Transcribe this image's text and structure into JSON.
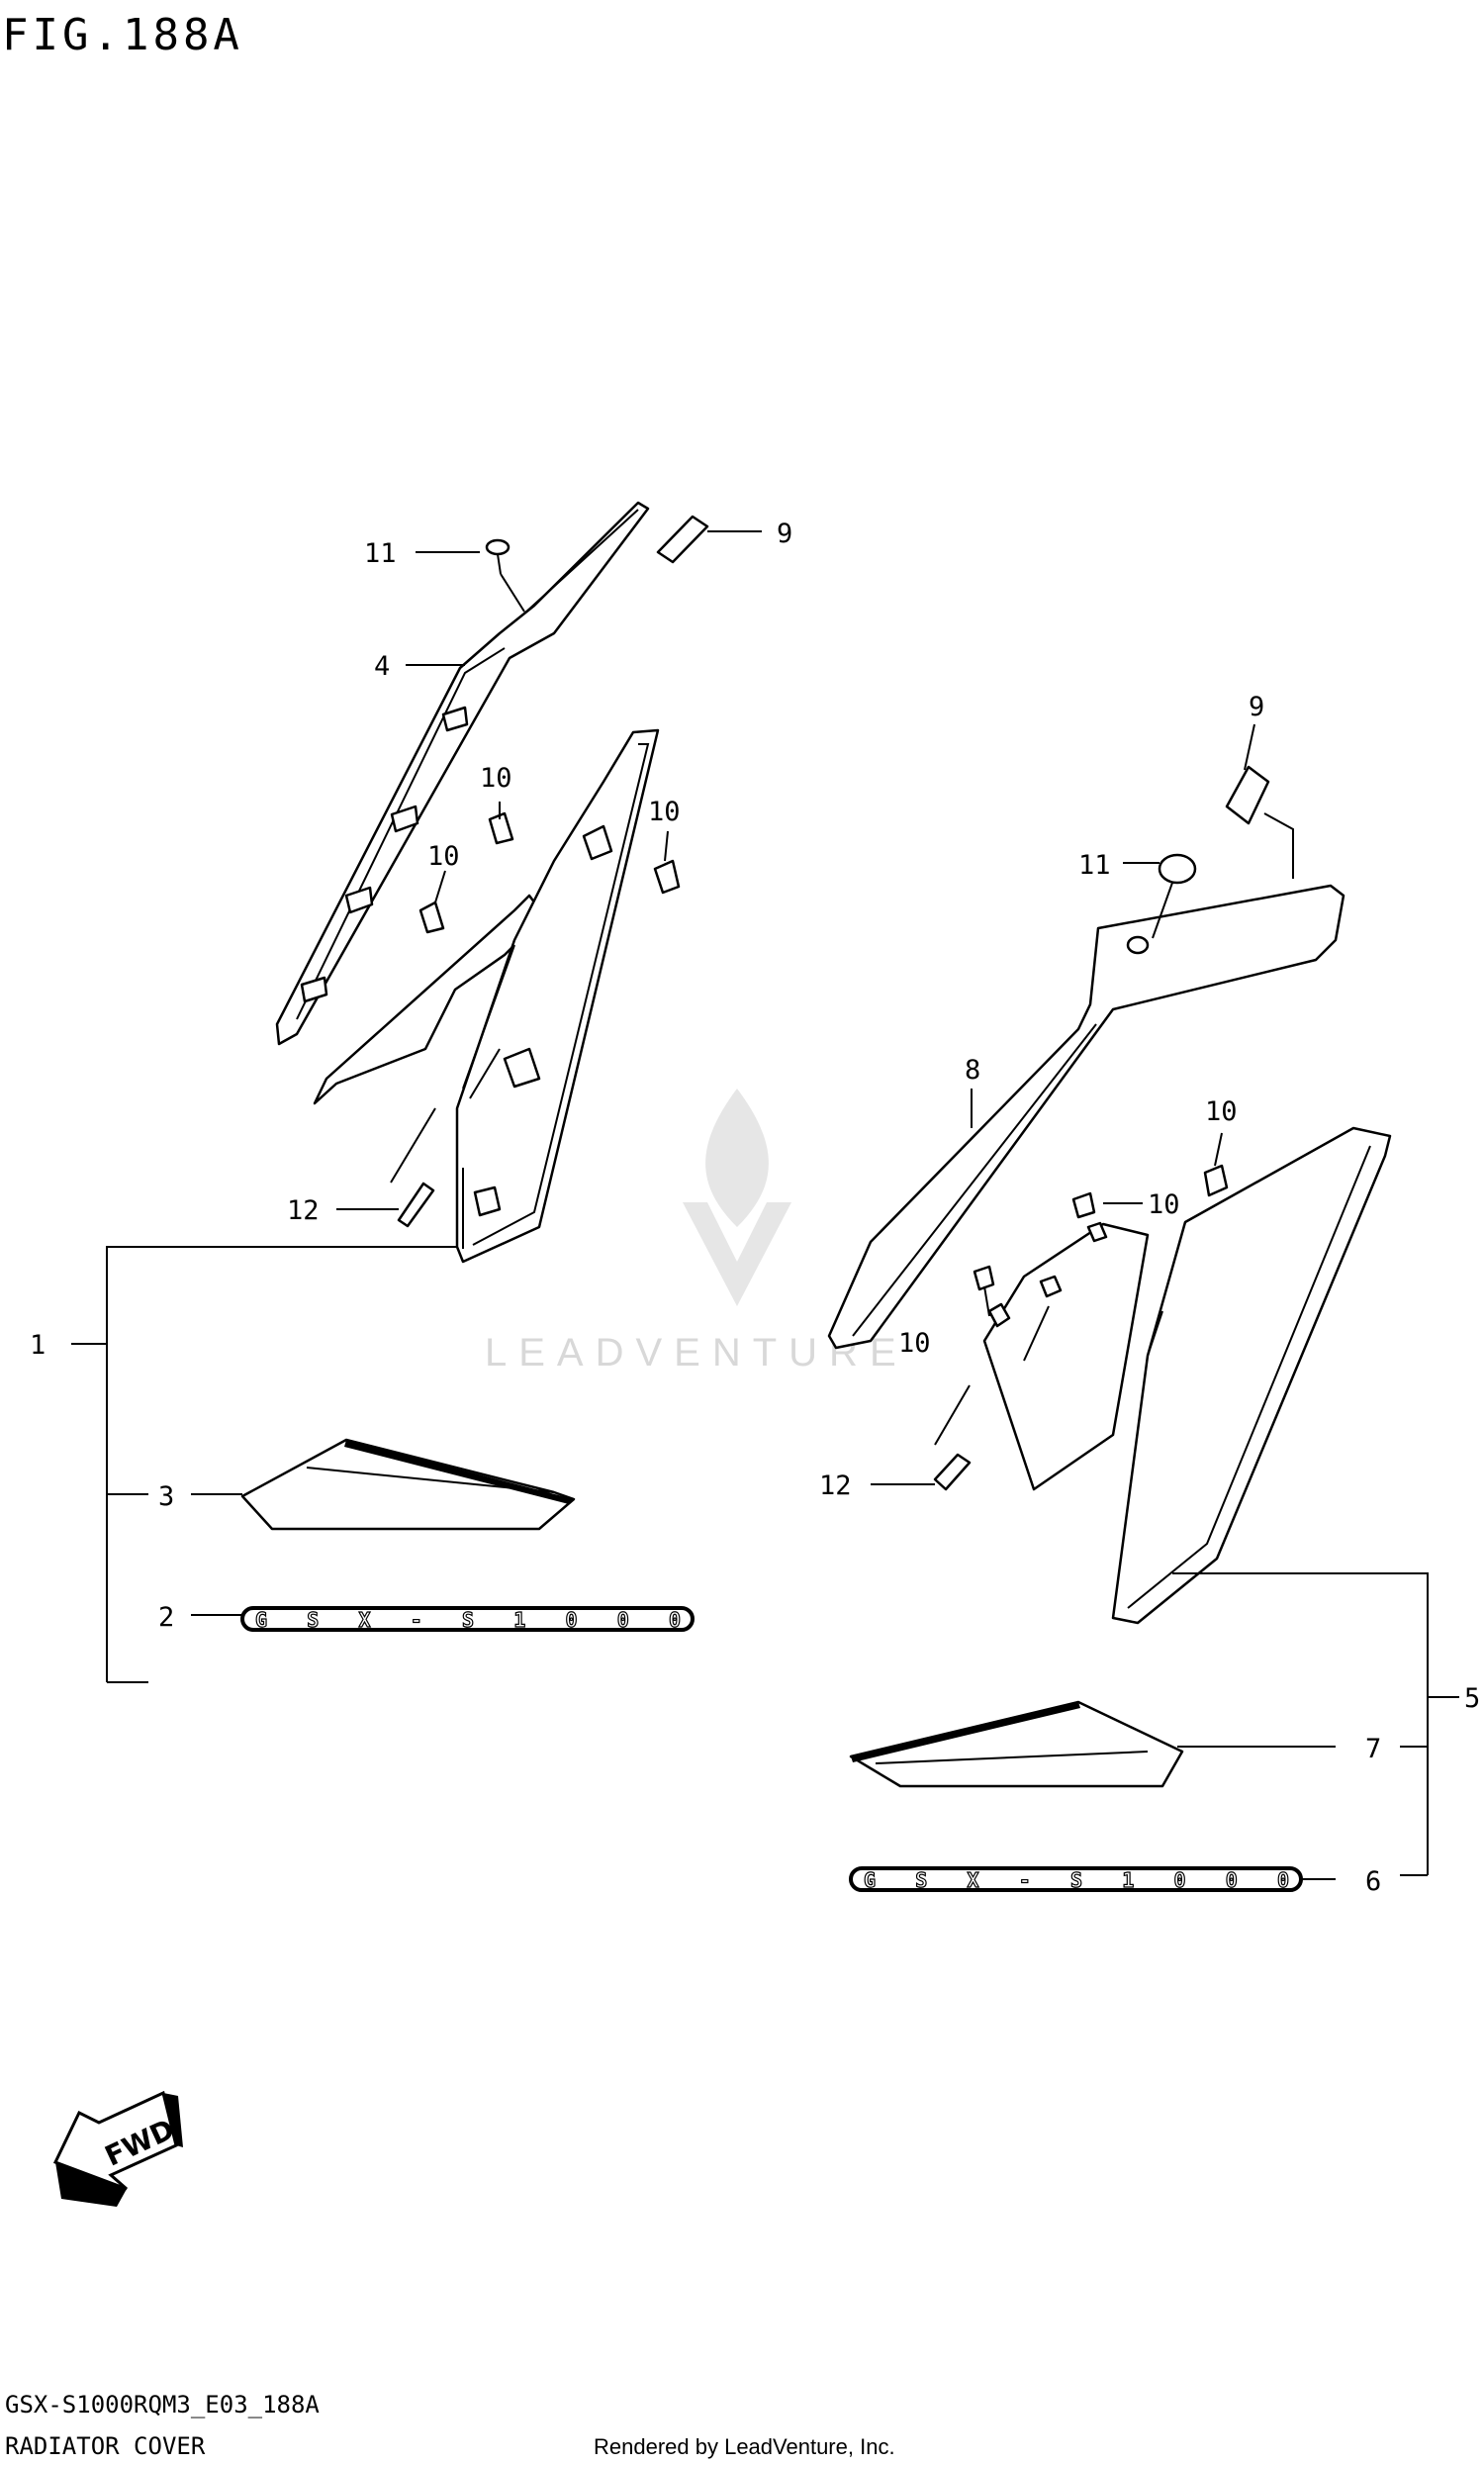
{
  "figure": {
    "title": "FIG.188A"
  },
  "footer": {
    "model_code": "GSX-S1000RQM3_E03_188A",
    "section_name": "RADIATOR COVER",
    "credit": "Rendered by LeadVenture, Inc."
  },
  "watermark": {
    "text": "LEADVENTURE"
  },
  "fwd_arrow": {
    "label": "FWD"
  },
  "emblem": {
    "text": "GSX-S1000"
  },
  "callouts": {
    "c1": "1",
    "c2": "2",
    "c3": "3",
    "c4": "4",
    "c5": "5",
    "c6": "6",
    "c7": "7",
    "c8": "8",
    "c9_left": "9",
    "c9_right": "9",
    "c10_a": "10",
    "c10_b": "10",
    "c10_c": "10",
    "c10_d": "10",
    "c10_e": "10",
    "c10_f": "10",
    "c11_left": "11",
    "c11_right": "11",
    "c12_left": "12",
    "c12_right": "12"
  }
}
